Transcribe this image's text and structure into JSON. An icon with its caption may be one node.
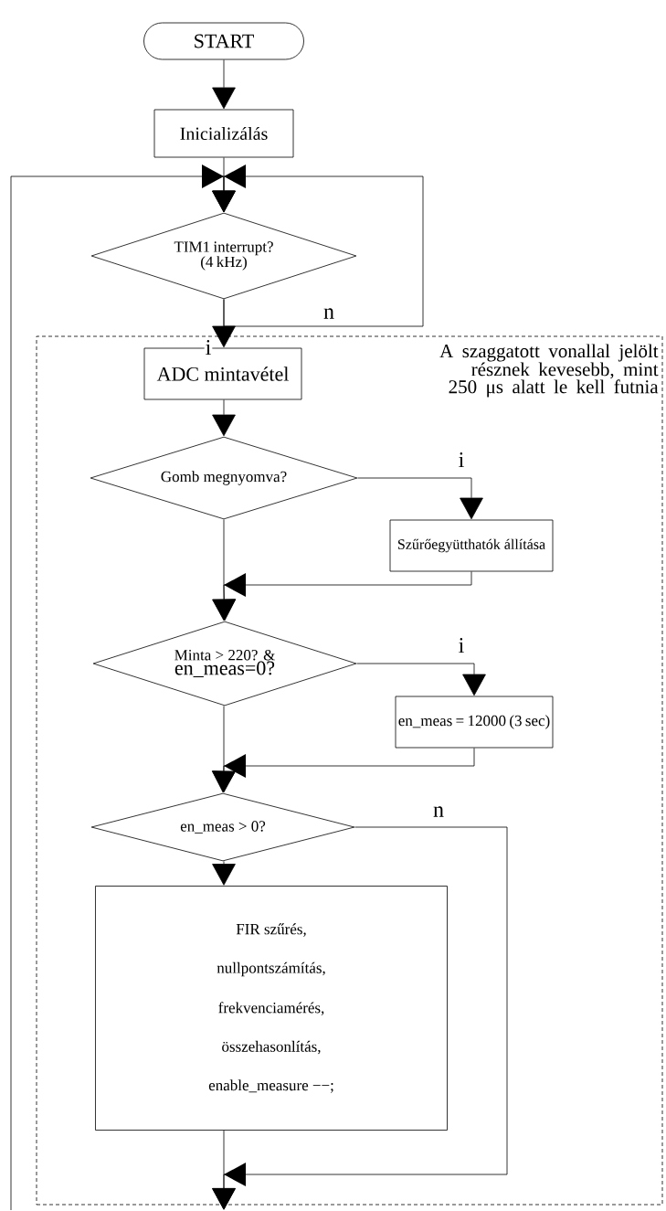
{
  "diagram": {
    "nodes": [
      {
        "text": [
          "START"
        ]
      },
      {
        "text": [
          "Inicializálás"
        ]
      },
      {
        "text": [
          "TIM1 interrupt? (4 kHz)"
        ]
      },
      {
        "text": [
          "A szaggatott vonallal jelölt résznek kevesebb, mint 250 μs alatt le kell futnia"
        ]
      },
      {
        "text": [
          "ADC mintavétel"
        ],
        "in": 3
      },
      {
        "text": [
          "Gomb megnyomva?"
        ],
        "in": 3
      },
      {
        "text": [
          "Szűrőegyütthatók állítása"
        ],
        "in": 3
      },
      {
        "text": [
          "Minta > 220? &",
          "en_meas=0?"
        ],
        "in": 3
      },
      {
        "text": [
          "en_meas = 12000 (3 sec)"
        ],
        "in": 3
      },
      {
        "text": [
          "en_meas > 0?"
        ],
        "in": 3
      },
      {
        "text": [
          "FIR szűrés,",
          "nullpontszámítás,",
          "frekvenciamérés,",
          "összehasonlítás,",
          "enable_measure −−;"
        ],
        "in": 3
      }
    ],
    "edges": [
      {
        "from": 0,
        "to": 1,
        "arrow": "to"
      },
      {
        "from": 1,
        "to": 2,
        "arrow": "to"
      },
      {
        "from": 2,
        "to": 2,
        "arrow": "to",
        "label": "n"
      },
      {
        "from": 2,
        "to": 4,
        "arrow": "to",
        "label": "i"
      },
      {
        "from": 4,
        "to": 5,
        "arrow": "to"
      },
      {
        "from": 5,
        "to": 6,
        "arrow": "to",
        "label": "i"
      },
      {
        "from": 5,
        "to": 7,
        "arrow": "to"
      },
      {
        "from": 6,
        "to": 7,
        "arrow": "to"
      },
      {
        "from": 7,
        "to": 8,
        "arrow": "to",
        "label": "i"
      },
      {
        "from": 7,
        "to": 9,
        "arrow": "to"
      },
      {
        "from": 8,
        "to": 9,
        "arrow": "to"
      },
      {
        "from": 9,
        "to": 10,
        "arrow": "to"
      },
      {
        "from": 9,
        "to": null,
        "arrow": "to",
        "label": "n"
      },
      {
        "from": 10,
        "to": null,
        "arrow": "to"
      },
      {
        "from": null,
        "to": 2,
        "arrow": "to"
      }
    ]
  }
}
